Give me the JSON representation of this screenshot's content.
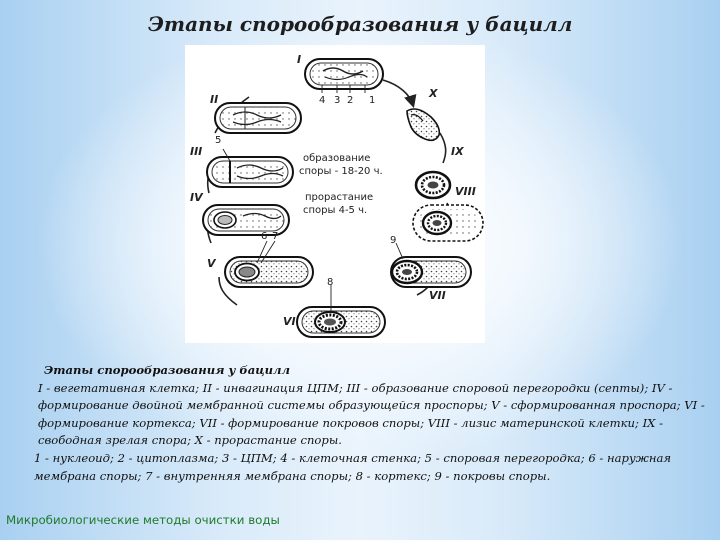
{
  "slide": {
    "title": "Этапы спорообразования у бацилл",
    "footer": "Микробиологические методы очистки воды"
  },
  "figure": {
    "stage_labels": [
      "I",
      "II",
      "III",
      "IV",
      "V",
      "VI",
      "VII",
      "VIII",
      "IX",
      "X"
    ],
    "part_numbers": [
      "1",
      "2",
      "3",
      "4",
      "5",
      "6",
      "7",
      "8",
      "9"
    ],
    "center_text": {
      "formation_line1": "образование",
      "formation_line2": "споры - 18-20 ч.",
      "germination_line1": "прорастание",
      "germination_line2": "споры    4-5 ч."
    }
  },
  "caption": {
    "title": "Этапы спорообразования у бацилл",
    "stages_text": "I - вегетативная клетка; II - инвагинация ЦПМ;  III - образование споровой перегородки (септы);  IV - формирование двойной мембранной системы образующейся проспоры; V - сформированная проспора; VI - формирование кортекса;   VII - формирование покровов споры;  VIII - лизис материнской клетки; IX - свободная зрелая спора; X - прорастание споры.",
    "parts_text": "1 - нуклеоид; 2 - цитоплазма; 3 - ЦПМ; 4 - клеточная стенка; 5 - споровая перегородка; 6 - наружная мембрана споры; 7 - внутренняя мембрана споры; 8 - кортекс; 9 - покровы споры."
  }
}
